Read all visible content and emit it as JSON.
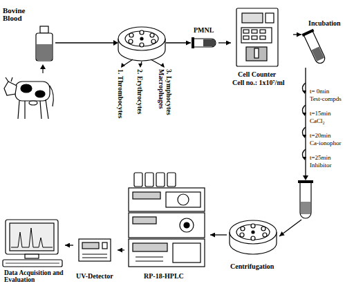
{
  "diagram": {
    "nodes": [
      {
        "text": [
          "Bovine Blood"
        ]
      },
      {
        "text": [
          "PMNL"
        ]
      },
      {
        "text": [
          "Cell Counter",
          "Cell no.: 1x10⁷/ml"
        ]
      },
      {
        "text": [
          "Incubation"
        ]
      },
      {
        "text": [
          "Centrifugation"
        ]
      },
      {
        "text": [
          "RP-18-HPLC"
        ]
      },
      {
        "text": [
          "UV-Detector"
        ]
      },
      {
        "text": [
          "Data Acquisition and Evaluation"
        ]
      }
    ],
    "edges": [
      {
        "from": 0,
        "to": 1,
        "arrow": "to"
      },
      {
        "from": 1,
        "to": 2,
        "arrow": "to"
      },
      {
        "from": 2,
        "to": 3,
        "arrow": "to"
      },
      {
        "from": 3,
        "to": 4,
        "arrow": "to"
      },
      {
        "from": 4,
        "to": 5,
        "arrow": "to"
      },
      {
        "from": 5,
        "to": 6,
        "arrow": "to"
      },
      {
        "from": 6,
        "to": 7,
        "arrow": "to"
      }
    ],
    "labels": [
      "1. Thrombocytes",
      "2. Erythrocytes",
      "3. Lymphocytes Macrophages",
      "t= 0min",
      "Test-compds",
      "t=15min",
      "CaCl₂",
      "t=20min",
      "Ca-ionophor",
      "t=25min",
      "Inhibitor"
    ]
  }
}
